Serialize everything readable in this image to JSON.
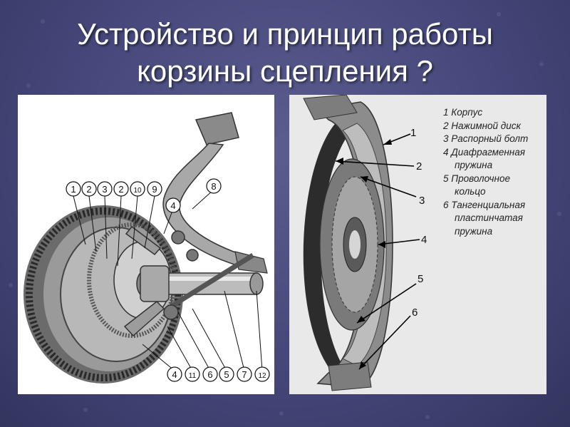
{
  "slide": {
    "title_line1": "Устройство и принцип работы",
    "title_line2": "корзины сцепления  ?",
    "colors": {
      "background": "#45477a",
      "title": "#ffffff"
    }
  },
  "left_figure": {
    "callouts_top": [
      "1",
      "2",
      "3",
      "2",
      "10",
      "9"
    ],
    "callout_8": "8",
    "callout_4_top": "4",
    "callouts_bottom": [
      "4",
      "11",
      "6",
      "5",
      "7",
      "12"
    ]
  },
  "right_figure": {
    "legend": [
      {
        "num": "1",
        "lines": [
          "Корпус"
        ]
      },
      {
        "num": "2",
        "lines": [
          "Нажимной диск"
        ]
      },
      {
        "num": "3",
        "lines": [
          "Распорный болт"
        ]
      },
      {
        "num": "4",
        "lines": [
          "Диафрагменная",
          "пружина"
        ]
      },
      {
        "num": "5",
        "lines": [
          "Проволочное",
          "кольцо"
        ]
      },
      {
        "num": "6",
        "lines": [
          "Тангенциальная",
          "пластинчатая",
          "пружина"
        ]
      }
    ],
    "callouts": [
      "1",
      "2",
      "3",
      "4",
      "5",
      "6"
    ]
  }
}
